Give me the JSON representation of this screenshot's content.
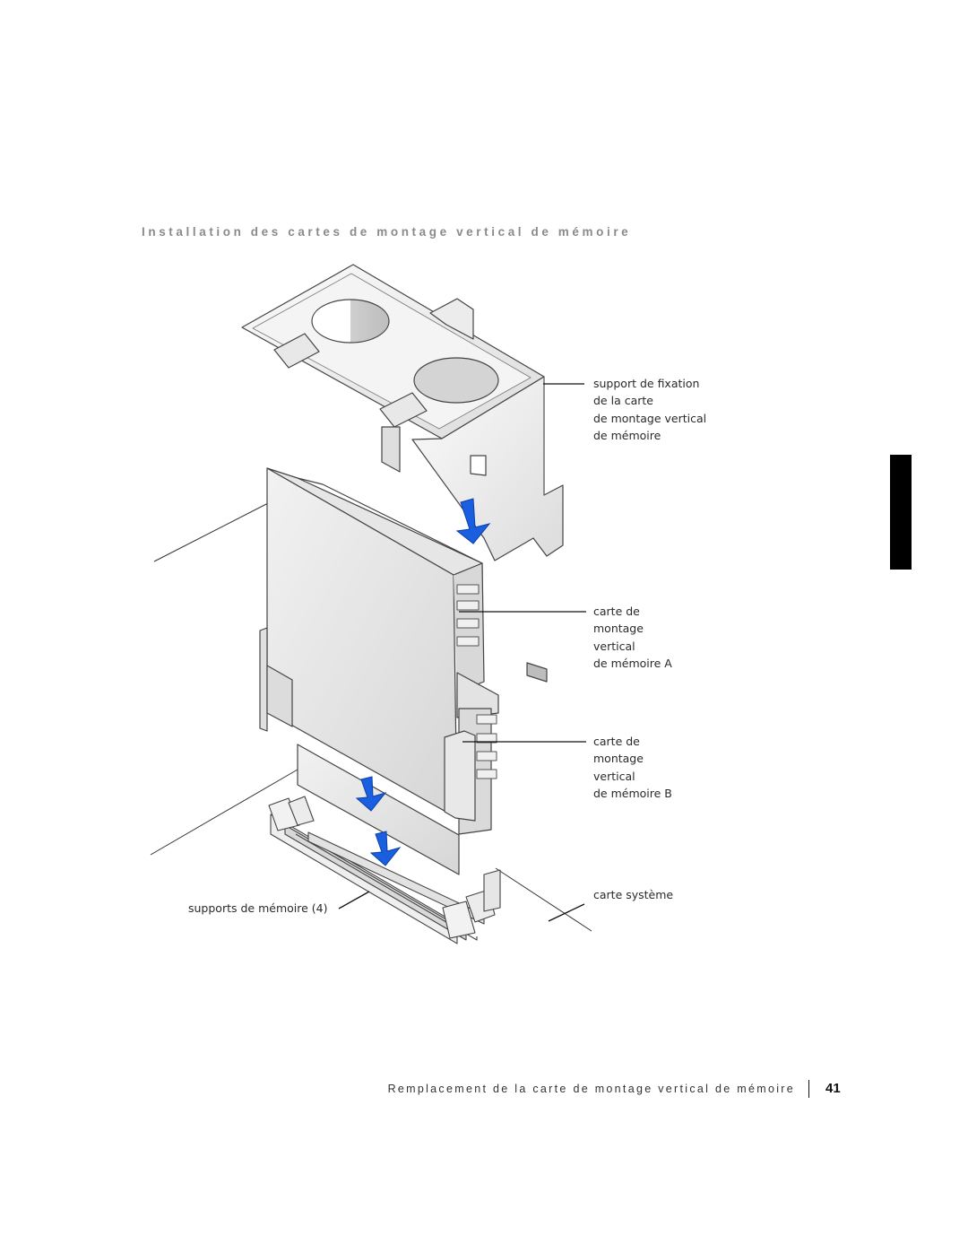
{
  "section": {
    "title": "Installation des cartes de montage vertical de mémoire"
  },
  "callouts": {
    "bracket": [
      "support de fixation",
      "de la carte",
      "de montage vertical",
      "de mémoire"
    ],
    "riser_a": [
      "carte de",
      "montage",
      "vertical",
      "de mémoire A"
    ],
    "riser_b": [
      "carte de",
      "montage",
      "vertical",
      "de mémoire B"
    ],
    "system_board": [
      "carte système"
    ],
    "memory_sockets": [
      "supports de mémoire (4)"
    ]
  },
  "figure": {
    "arrow_color": "#1a5fe0",
    "arrows": [
      "down-arrow-icon",
      "down-arrow-icon",
      "down-arrow-icon"
    ]
  },
  "footer": {
    "title": "Remplacement de la carte de montage vertical de mémoire",
    "page_number": "41"
  }
}
